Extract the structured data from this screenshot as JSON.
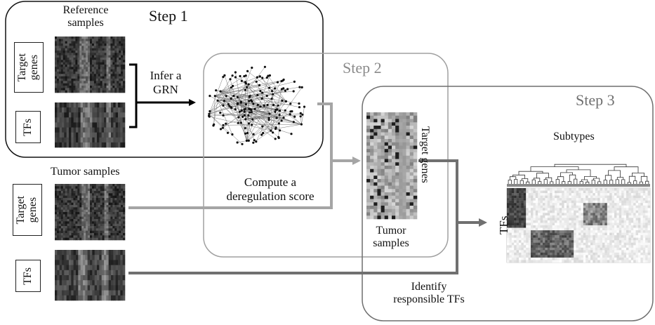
{
  "steps": {
    "step1": "Step 1",
    "step2": "Step 2",
    "step3": "Step 3"
  },
  "reference": {
    "title_line1": "Reference",
    "title_line2": "samples",
    "target_line1": "Target",
    "target_line2": "genes",
    "tfs": "TFs"
  },
  "infer": {
    "line1": "Infer a",
    "line2": "GRN"
  },
  "tumor": {
    "title": "Tumor samples",
    "target_line1": "Target",
    "target_line2": "genes",
    "tfs": "TFs"
  },
  "compute": {
    "line1": "Compute a",
    "line2": "deregulation score"
  },
  "score_matrix": {
    "side_label": "Target genes",
    "bottom_line1": "Tumor",
    "bottom_line2": "samples"
  },
  "identify": {
    "line1": "Identify",
    "line2": "responsible TFs"
  },
  "result": {
    "title": "Subtypes",
    "side_label": "TFs"
  },
  "colors": {
    "step1_border": "#111111",
    "step2_border": "#a0a0a0",
    "step3_border": "#6f6f6f",
    "arrow_black": "#000000",
    "arrow_light": "#a5a5a5",
    "arrow_dark": "#707070"
  }
}
